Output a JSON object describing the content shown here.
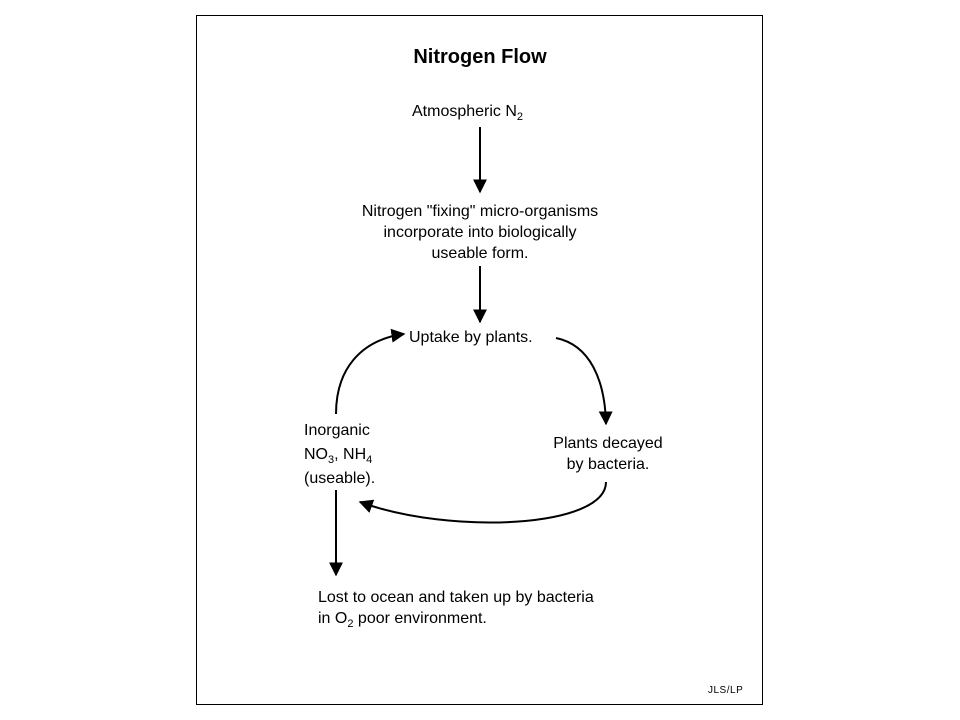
{
  "diagram": {
    "title": "Nitrogen Flow",
    "nodes": {
      "atmospheric": {
        "text": "Atmospheric N",
        "sub": "2"
      },
      "fixing": {
        "line1": "Nitrogen \"fixing\" micro-organisms",
        "line2": "incorporate into biologically",
        "line3": "useable form."
      },
      "uptake": {
        "text": "Uptake by plants."
      },
      "decay": {
        "line1": "Plants decayed",
        "line2": "by bacteria."
      },
      "inorganic": {
        "line1": "Inorganic",
        "no": "NO",
        "no_sub": "3",
        "nh": ", NH",
        "nh_sub": "4",
        "line3": "(useable)."
      },
      "lost": {
        "line1": "Lost to ocean and taken up by bacteria",
        "line2_pre": "in O",
        "line2_sub": "2",
        "line2_post": " poor environment."
      }
    },
    "credit": "JLS/LP"
  }
}
